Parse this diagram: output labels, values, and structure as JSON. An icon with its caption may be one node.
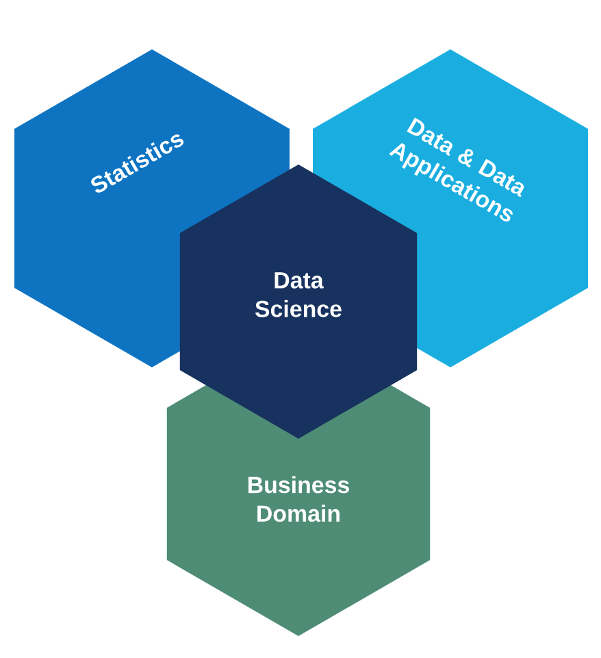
{
  "diagram": {
    "nodes": [
      {
        "text": [
          "Statistics"
        ]
      },
      {
        "text": [
          "Data & Data Applications"
        ]
      },
      {
        "text": [
          "Data Science"
        ]
      },
      {
        "text": [
          "Business Domain"
        ]
      }
    ]
  }
}
